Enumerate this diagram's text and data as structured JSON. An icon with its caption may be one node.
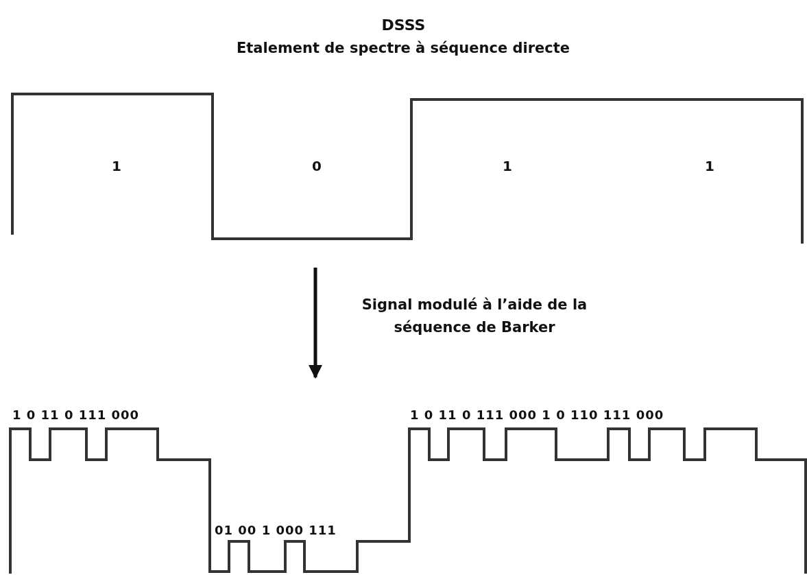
{
  "diagram": {
    "title": "DSSS",
    "nodes": [
      {
        "text": [],
        "shape": "picture"
      },
      {
        "text": [],
        "shape": "picture"
      }
    ],
    "edges": [
      {
        "from": 0,
        "to": 1,
        "arrow": "to",
        "label": "Signal modulé à l’aide de la séquence de Barker"
      }
    ],
    "labels": [
      "Etalement de spectre à séquence directe",
      "1",
      "0",
      "1",
      "1",
      "1 0 11 0 111 000",
      "1 0 11 0 111 000 1 0 110 111 000",
      "01 00 1 000 111"
    ]
  }
}
